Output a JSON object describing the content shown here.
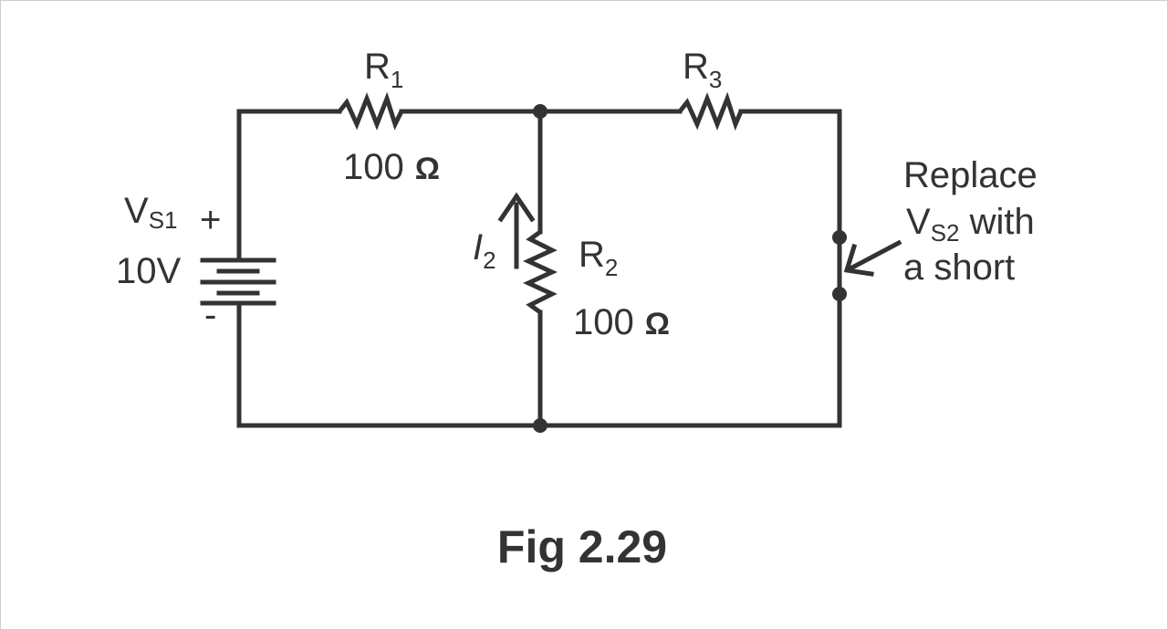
{
  "figure": {
    "caption": "Fig 2.29"
  },
  "components": {
    "r1": {
      "name": "R",
      "sub": "1",
      "value": "100",
      "unit": "Ω"
    },
    "r2": {
      "name": "R",
      "sub": "2",
      "value": "100",
      "unit": "Ω"
    },
    "r3": {
      "name": "R",
      "sub": "3"
    },
    "vs1": {
      "name": "V",
      "sub": "S1",
      "value": "10V",
      "plus": "+",
      "minus": "-"
    },
    "current": {
      "name": "I",
      "sub": "2"
    }
  },
  "annotation": {
    "line1": "Replace",
    "line2_prefix": "V",
    "line2_sub": "S2",
    "line2_suffix": " with",
    "line3": "a short"
  },
  "colors": {
    "ink": "#333333",
    "background": "#ffffff"
  }
}
